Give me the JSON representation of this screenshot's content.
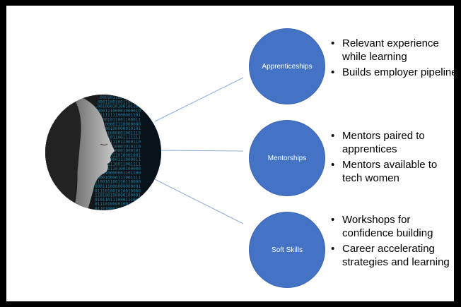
{
  "diagram": {
    "colors": {
      "node_fill": "#4472c4",
      "connector": "#8eaadb",
      "code_text": "#2a8fb0",
      "background": "#ffffff",
      "frame": "#000000"
    },
    "hub_image": "portrait-with-binary-code",
    "nodes": [
      {
        "label": "Apprenticeships",
        "bullets": [
          "Relevant experience while learning",
          "Builds employer pipeline"
        ]
      },
      {
        "label": "Mentorships",
        "bullets": [
          "Mentors paired to apprentices",
          "Mentors available to tech women"
        ]
      },
      {
        "label": "Soft Skills",
        "bullets": [
          "Workshops for confidence building",
          "Career accelerating strategies and learning"
        ]
      }
    ]
  }
}
